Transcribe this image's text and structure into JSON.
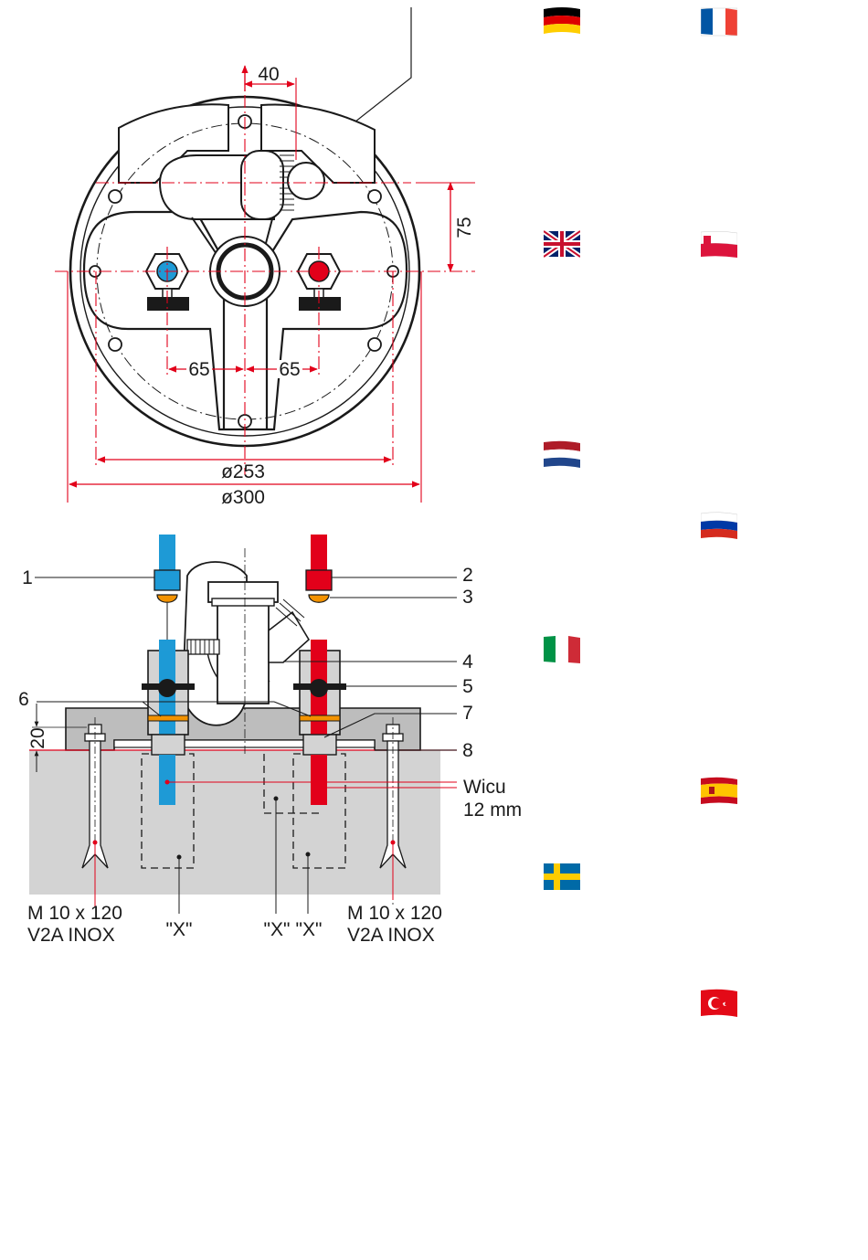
{
  "plan_view": {
    "dimensions": {
      "offset_top": "40",
      "offset_right": "75",
      "spacing_left": "65",
      "spacing_right": "65",
      "diameter_inner": "ø253",
      "diameter_outer": "ø300"
    }
  },
  "section_view": {
    "callouts": [
      "1",
      "2",
      "3",
      "4",
      "5",
      "6",
      "7",
      "8"
    ],
    "depth_label": "20",
    "pipe_label_line1": "Wicu",
    "pipe_label_line2": "12 mm",
    "anchor_left_line1": "M 10 x 120",
    "anchor_left_line2": "V2A INOX",
    "anchor_right_line1": "M 10 x 120",
    "anchor_right_line2": "V2A INOX",
    "x_marks": [
      "\"X\"",
      "\"X\"",
      "\"X\""
    ]
  },
  "flags": [
    {
      "icon": "germany-flag-icon"
    },
    {
      "icon": "france-flag-icon"
    },
    {
      "icon": "uk-flag-icon"
    },
    {
      "icon": "poland-flag-icon"
    },
    {
      "icon": "netherlands-flag-icon"
    },
    {
      "icon": "russia-flag-icon"
    },
    {
      "icon": "italy-flag-icon"
    },
    {
      "icon": "spain-flag-icon"
    },
    {
      "icon": "sweden-flag-icon"
    },
    {
      "icon": "turkey-flag-icon"
    }
  ],
  "colors": {
    "cold": "#1e9ad6",
    "hot": "#e2001a",
    "dimension_line": "#e2001a",
    "concrete": "#d3d3d3",
    "seal": "#f39200"
  }
}
